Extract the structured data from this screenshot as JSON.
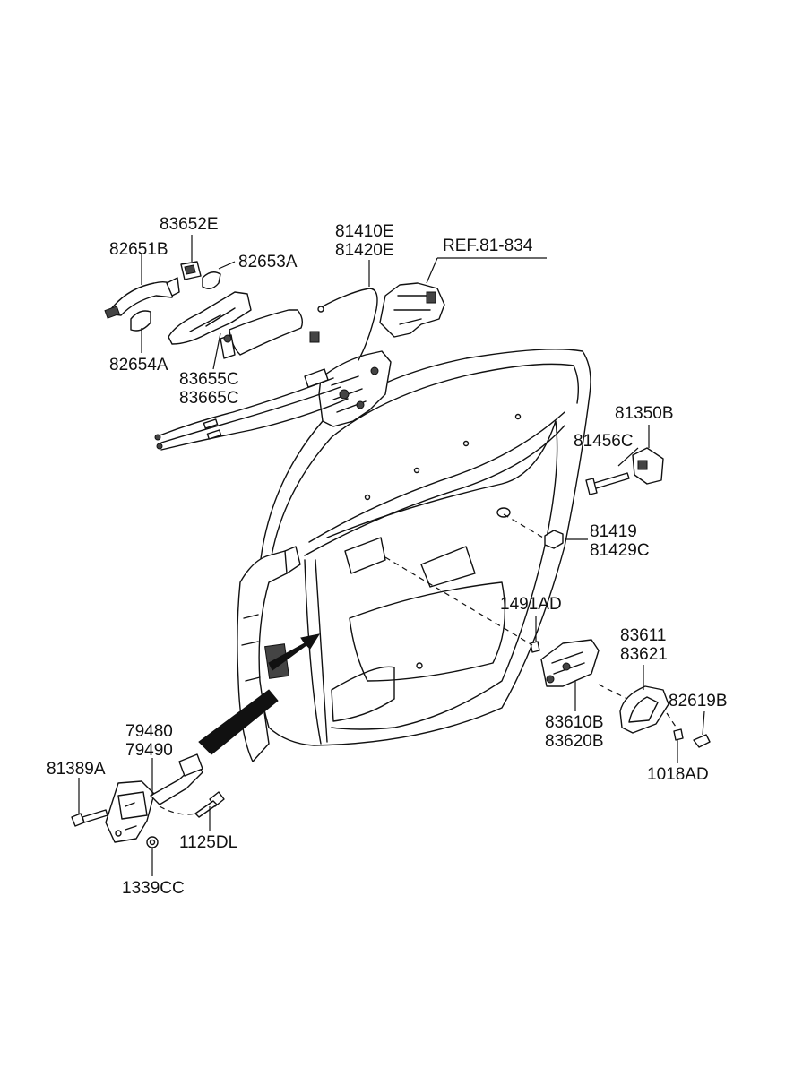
{
  "labels": {
    "l_83652E": "83652E",
    "l_82651B": "82651B",
    "l_82653A": "82653A",
    "l_82654A": "82654A",
    "l_83655C": "83655C",
    "l_83665C": "83665C",
    "l_81410E": "81410E",
    "l_81420E": "81420E",
    "l_REF": "REF.81-834",
    "l_81350B": "81350B",
    "l_81456C": "81456C",
    "l_81419": "81419",
    "l_81429C": "81429C",
    "l_1491AD": "1491AD",
    "l_83611": "83611",
    "l_83621": "83621",
    "l_82619B": "82619B",
    "l_83610B": "83610B",
    "l_83620B": "83620B",
    "l_1018AD": "1018AD",
    "l_79480": "79480",
    "l_79490": "79490",
    "l_81389A": "81389A",
    "l_1125DL": "1125DL",
    "l_1339CC": "1339CC"
  }
}
